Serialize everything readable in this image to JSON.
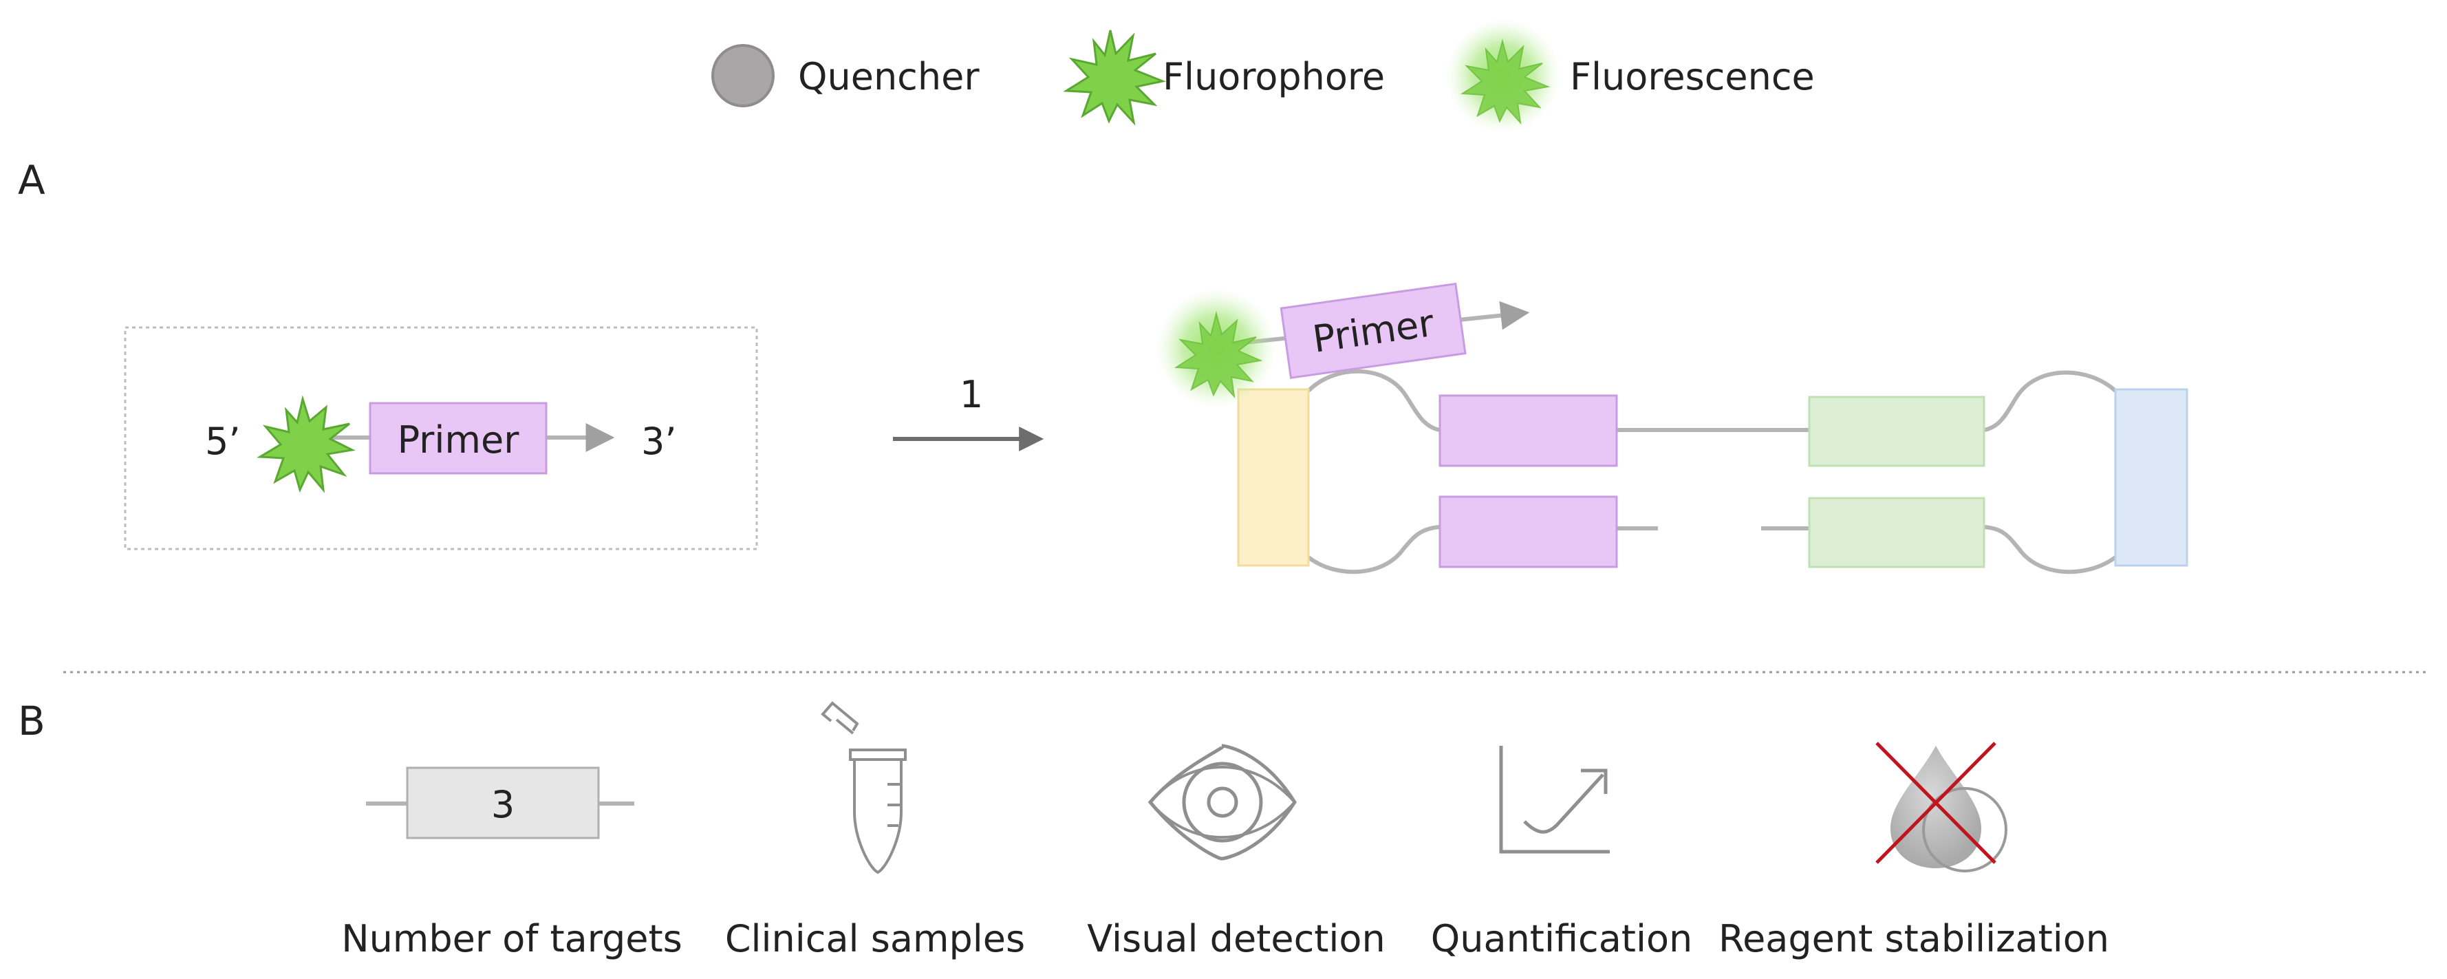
{
  "legend": {
    "quencher": "Quencher",
    "fluorophore": "Fluorophore",
    "fluorescence": "Fluorescence"
  },
  "panels": {
    "a": "A",
    "b": "B"
  },
  "panel_a": {
    "probe": {
      "five_prime": "5’",
      "three_prime": "3’",
      "primer_label": "Primer"
    },
    "step_label": "1",
    "product": {
      "primer_label": "Primer"
    }
  },
  "panel_b": {
    "targets_count": "3",
    "items": [
      {
        "label": "Number of targets",
        "icon": "targets-box-icon"
      },
      {
        "label": "Clinical samples",
        "icon": "tube-icon"
      },
      {
        "label": "Visual detection",
        "icon": "eye-icon"
      },
      {
        "label": "Quantification",
        "icon": "graph-icon"
      },
      {
        "label": "Reagent stabilization",
        "icon": "crossed-drop-icon"
      }
    ]
  },
  "colors": {
    "primer": "#e8c6f5",
    "primer_stroke": "#c99be0",
    "fluorophore": "#7fd14a",
    "quencher": "#a8a6a6",
    "yellow_block": "#fdf0c8",
    "green_block": "#dcefd4",
    "blue_block": "#dce8f6",
    "line": "#b4b4b4",
    "cross": "#c0141e"
  }
}
